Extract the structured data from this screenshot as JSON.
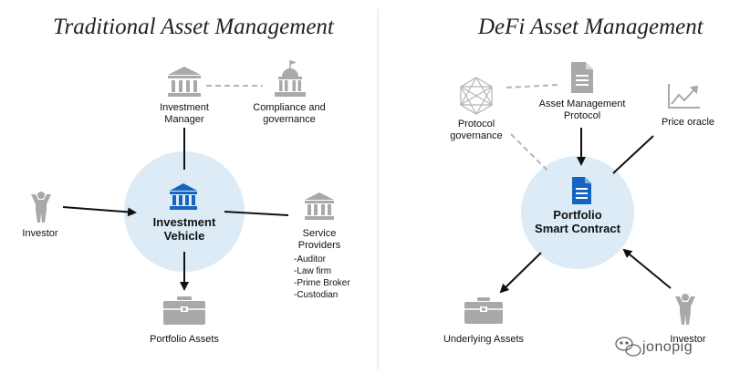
{
  "left_panel": {
    "title": "Traditional Asset Management",
    "investment_manager": {
      "line1": "Investment",
      "line2": "Manager"
    },
    "compliance": {
      "line1": "Compliance and",
      "line2": "governance"
    },
    "investor": "Investor",
    "vehicle": {
      "line1": "Investment",
      "line2": "Vehicle"
    },
    "service_providers": {
      "line1": "Service",
      "line2": "Providers",
      "items": [
        "-Auditor",
        "-Law firm",
        "-Prime Broker",
        "-Custodian"
      ]
    },
    "portfolio_assets": "Portfolio Assets"
  },
  "right_panel": {
    "title": "DeFi Asset Management",
    "protocol_governance": {
      "line1": "Protocol",
      "line2": "governance"
    },
    "asset_management_protocol": {
      "line1": "Asset Management",
      "line2": "Protocol"
    },
    "price_oracle": "Price oracle",
    "smart_contract": {
      "line1": "Portfolio",
      "line2": "Smart Contract"
    },
    "underlying_assets": "Underlying Assets",
    "investor": "Investor"
  },
  "watermark": "jonopig",
  "colors": {
    "circle": "#dcebf5",
    "icon_gray": "#a9a9a9",
    "icon_blue": "#1565c0",
    "line": "#111111",
    "dashed": "#b5b5b5"
  }
}
